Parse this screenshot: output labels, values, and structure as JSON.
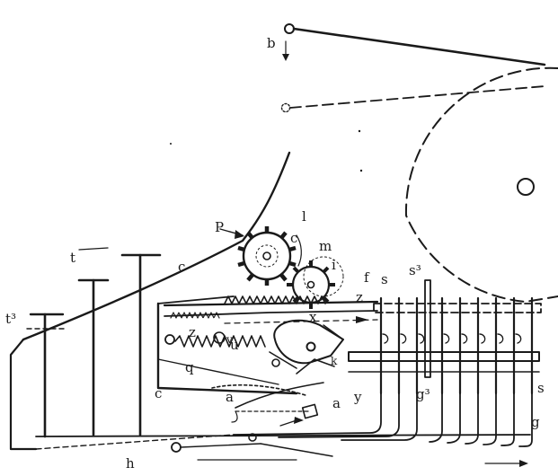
{
  "labels": {
    "b": "b",
    "p": "P",
    "l": "l",
    "c_top": "c",
    "m": "m",
    "i": "i",
    "f": "f",
    "s": "s",
    "s3": "s³",
    "t": "t",
    "t3": "t³",
    "c_arm": "c",
    "z_right": "z",
    "z_left": "z",
    "x": "x",
    "u": "u",
    "q": "q",
    "c_bottom": "c",
    "a_left": "a",
    "a_right": "a",
    "y": "y",
    "g3": "g³",
    "s_right": "s",
    "g": "g",
    "h": "h",
    "v": "v",
    "k": "k"
  }
}
